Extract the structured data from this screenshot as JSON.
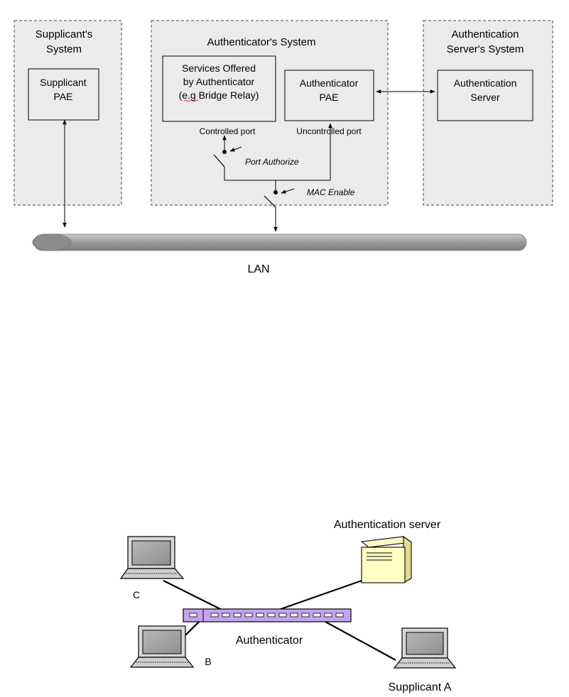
{
  "top_diagram": {
    "supplicant_system": {
      "title_line1": "Supplicant's",
      "title_line2": "System",
      "pae_line1": "Supplicant",
      "pae_line2": "PAE"
    },
    "authenticator_system": {
      "title": "Authenticator's System",
      "services_line1": "Services Offered",
      "services_line2": "by Authenticator",
      "services_line3": "(e.g Bridge Relay)",
      "pae_line1": "Authenticator",
      "pae_line2": "PAE",
      "controlled_port": "Controlled port",
      "uncontrolled_port": "Uncontrolled port",
      "port_authorize": "Port Authorize",
      "mac_enable": "MAC Enable"
    },
    "auth_server_system": {
      "title_line1": "Authentication",
      "title_line2": "Server's System",
      "server_line1": "Authentication",
      "server_line2": "Server"
    },
    "lan_label": "LAN"
  },
  "bottom_diagram": {
    "auth_server_label": "Authentication server",
    "authenticator_label": "Authenticator",
    "pc_c_label": "C",
    "pc_b_label": "B",
    "supplicant_a_label": "Supplicant A"
  },
  "colors": {
    "box_fill": "#ebebeb",
    "lan_bar": "#a0a0a0",
    "switch_fill": "#c7a2f0",
    "server_fill": "#ffffc4"
  }
}
